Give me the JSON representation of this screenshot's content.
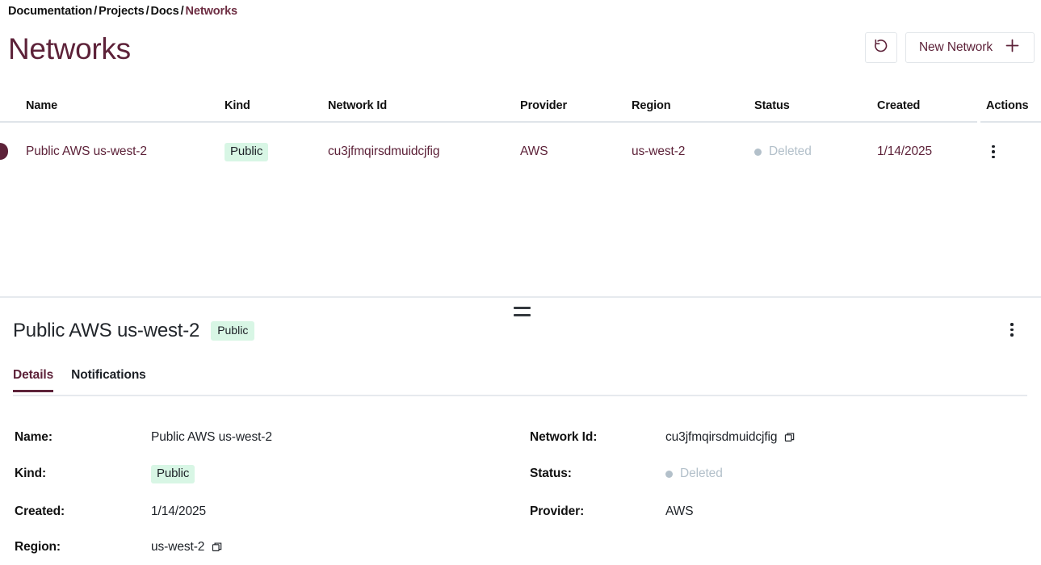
{
  "breadcrumb": {
    "items": [
      {
        "label": "Documentation",
        "current": false
      },
      {
        "label": "Projects",
        "current": false
      },
      {
        "label": "Docs",
        "current": false
      },
      {
        "label": "Networks",
        "current": true
      }
    ],
    "separator": "/"
  },
  "header": {
    "title": "Networks",
    "refresh_icon": "refresh-icon",
    "new_button_label": "New Network",
    "plus_icon": "plus-icon",
    "accent_color": "#5d2239"
  },
  "table": {
    "columns": [
      "Name",
      "Kind",
      "Network Id",
      "Provider",
      "Region",
      "Status",
      "Created",
      "Actions"
    ],
    "rows": [
      {
        "name": "Public AWS us-west-2",
        "kind": "Public",
        "network_id": "cu3jfmqirsdmuidcjfig",
        "provider": "AWS",
        "region": "us-west-2",
        "status": "Deleted",
        "created": "1/14/2025",
        "actions_icon": "kebab-menu-icon",
        "selected": true
      }
    ],
    "badge_bg": "#d8f6e5",
    "status_color": "#b3c0ca"
  },
  "detail": {
    "drag_handle_icon": "drag-handle-icon",
    "title": "Public AWS us-west-2",
    "badge": "Public",
    "menu_icon": "kebab-menu-icon",
    "tabs": [
      {
        "label": "Details",
        "active": true
      },
      {
        "label": "Notifications",
        "active": false
      }
    ],
    "fields": {
      "name_label": "Name:",
      "name_value": "Public AWS us-west-2",
      "network_id_label": "Network Id:",
      "network_id_value": "cu3jfmqirsdmuidcjfig",
      "kind_label": "Kind:",
      "kind_value": "Public",
      "status_label": "Status:",
      "status_value": "Deleted",
      "created_label": "Created:",
      "created_value": "1/14/2025",
      "provider_label": "Provider:",
      "provider_value": "AWS",
      "region_label": "Region:",
      "region_value": "us-west-2",
      "copy_icon": "copy-icon"
    }
  }
}
